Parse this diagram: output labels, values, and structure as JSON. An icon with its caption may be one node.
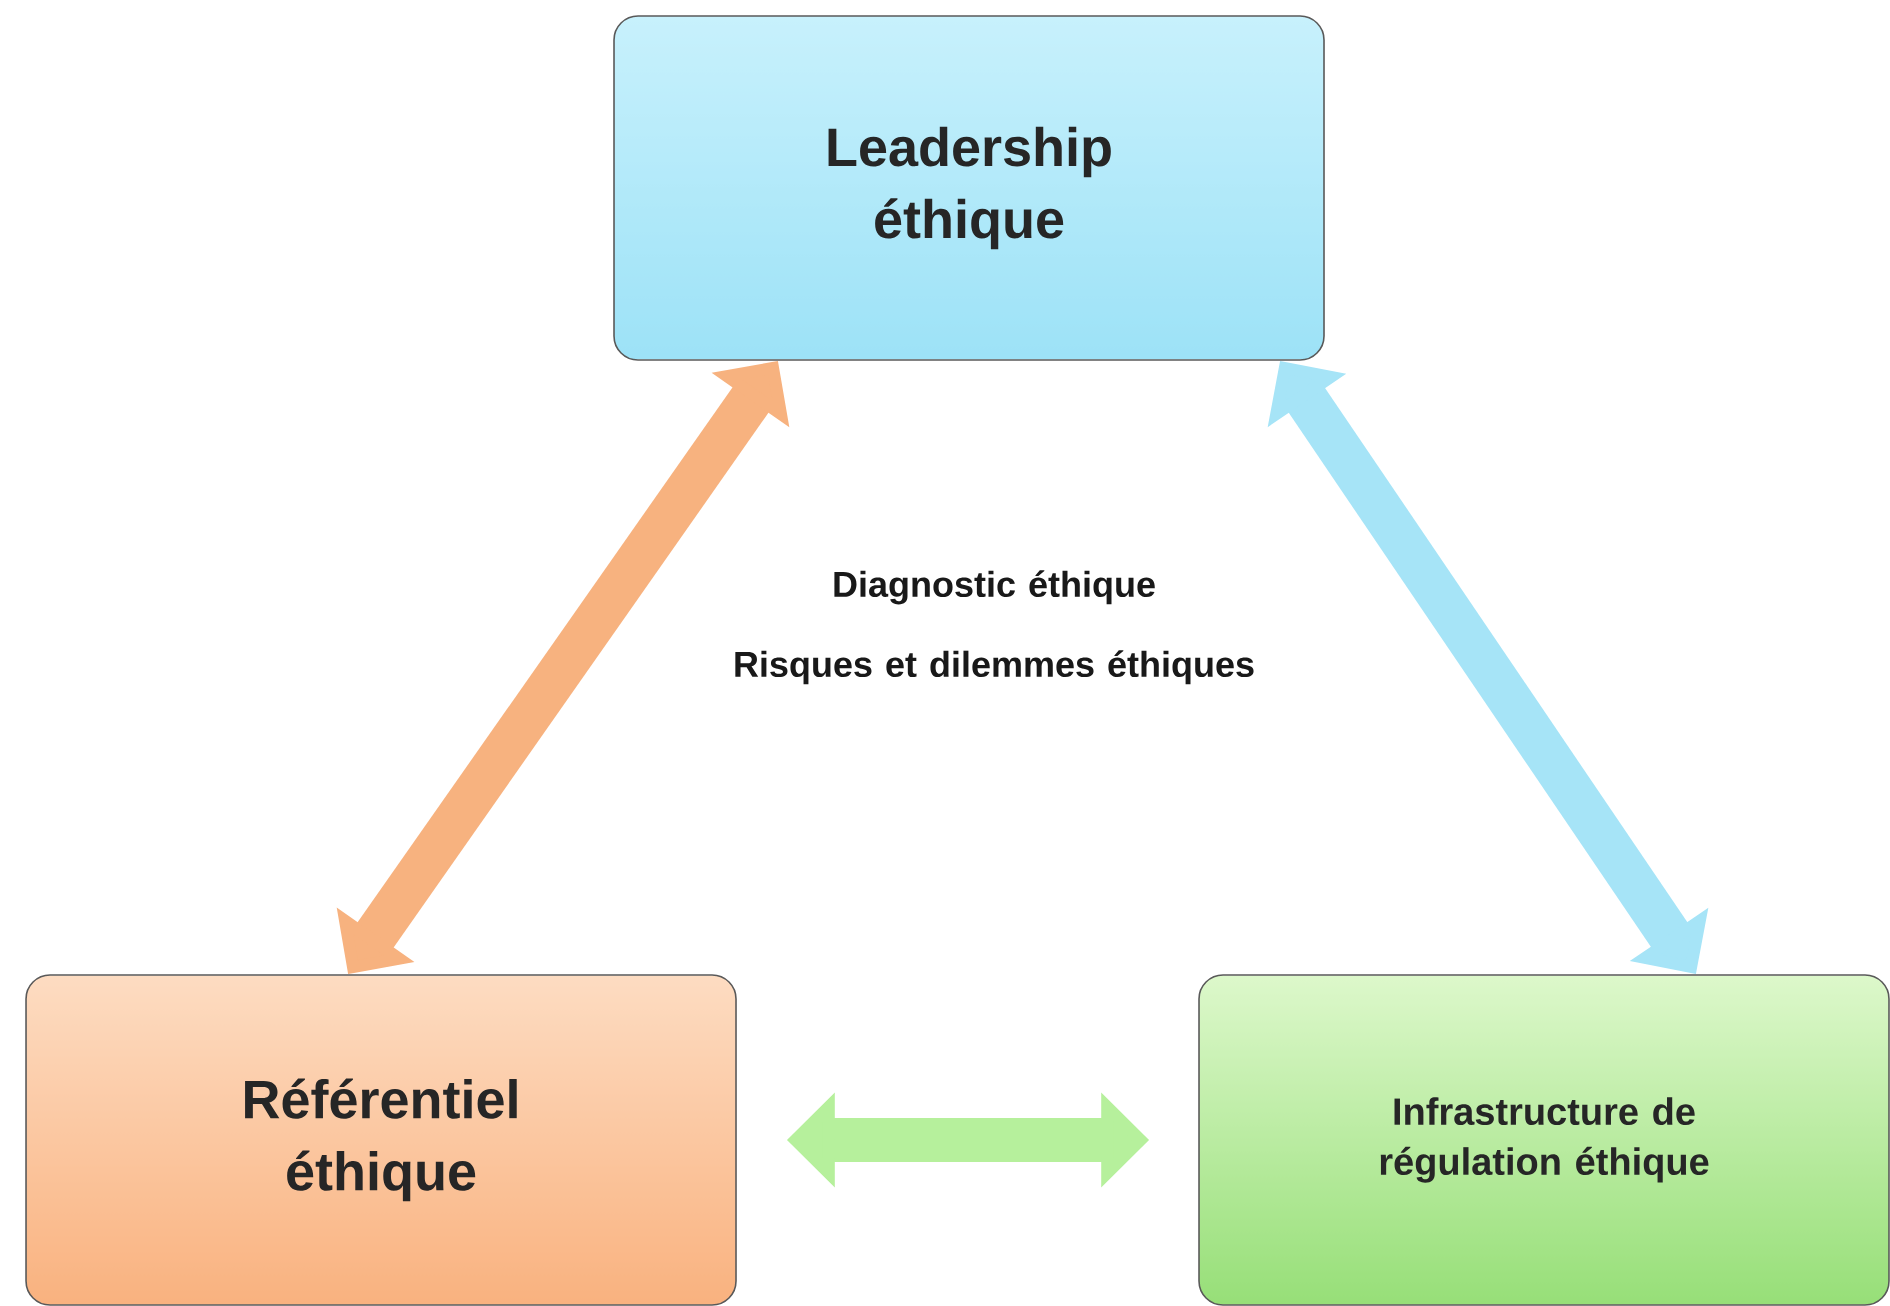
{
  "diagram": {
    "nodes": [
      {
        "text": [
          "Leadership éthique"
        ]
      },
      {
        "text": [
          "Référentiel éthique"
        ]
      },
      {
        "text": [
          "Infrastructure de régulation éthique"
        ]
      }
    ],
    "edges": [
      {
        "from": 1,
        "to": 0,
        "arrow": "both",
        "color": "#f7b27f"
      },
      {
        "from": 0,
        "to": 2,
        "arrow": "both",
        "color": "#a6e4f7"
      },
      {
        "from": 1,
        "to": 2,
        "arrow": "both",
        "color": "#b6f09c"
      }
    ],
    "labels": [
      "Diagnostic éthique",
      "Risques et dilemmes éthiques"
    ]
  }
}
